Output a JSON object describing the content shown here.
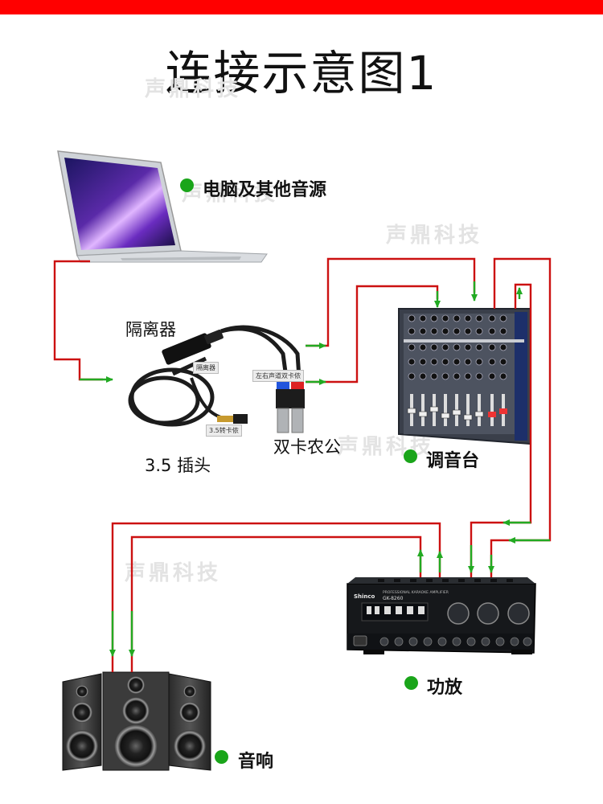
{
  "title": "连接示意图1",
  "watermark": "声鼎科技",
  "labels": {
    "computer": "电脑及其他音源",
    "isolator": "隔离器",
    "plug": "3.5 插头",
    "xlr": "双卡农公",
    "mixer": "调音台",
    "amplifier": "功放",
    "speakers": "音响"
  },
  "cable_tags": {
    "isolator_tag": "隔离器",
    "lr_tag": "左右声道双卡侬",
    "jack_tag": "3.5转卡侬"
  },
  "amp_panel": {
    "brand": "Shinco",
    "model_line": "PROFESSIONAL KARAOKE AMPLIFIER",
    "model": "GK-8260"
  },
  "colors": {
    "top_bar": "#ff0000",
    "wire_red": "#cc1111",
    "wire_green": "#22aa22",
    "status_dot": "#1aa51a"
  }
}
